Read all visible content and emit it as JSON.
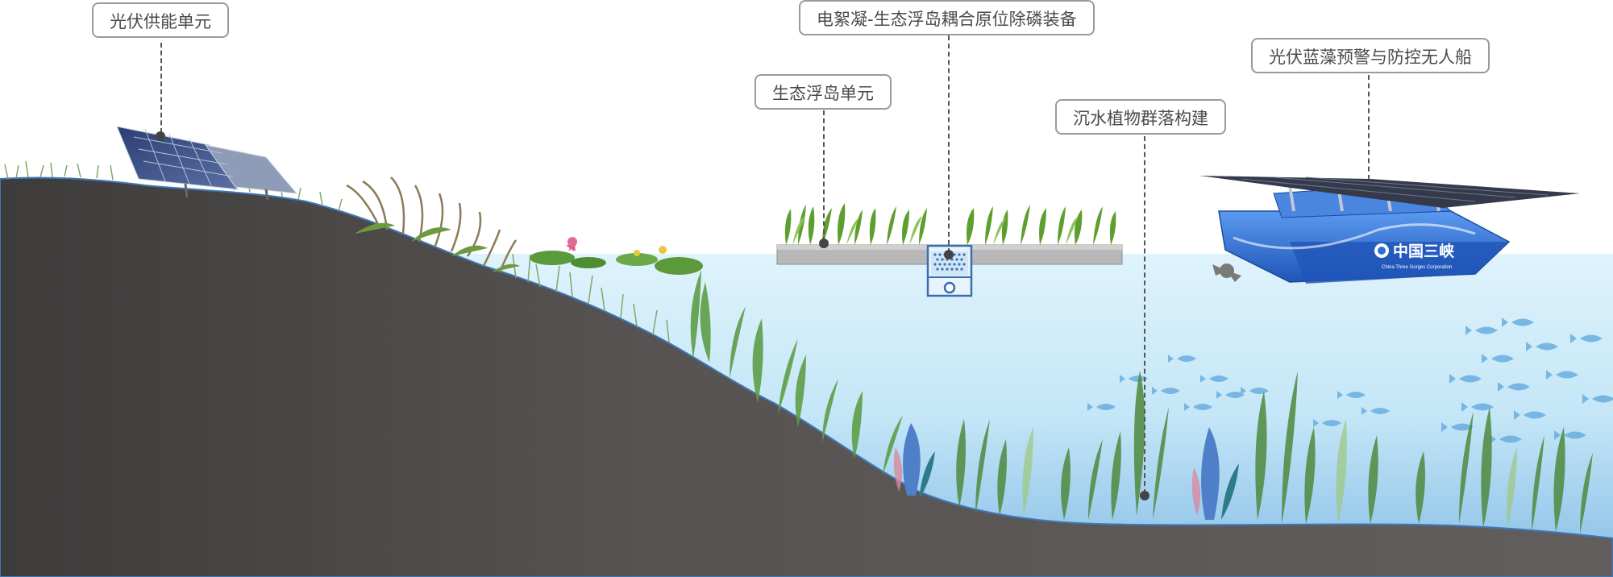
{
  "labels": {
    "pv_power_unit": "光伏供能单元",
    "electroflocculation_equipment": "电絮凝-生态浮岛耦合原位除磷装备",
    "eco_floating_island_unit": "生态浮岛单元",
    "submerged_plant_community": "沉水植物群落构建",
    "pv_algae_drone_boat": "光伏蓝藻预警与防控无人船"
  },
  "boat": {
    "brand_text": "中国三峡",
    "brand_subtext": "China Three Gorges Corporation"
  },
  "colors": {
    "ground": "#5a5656",
    "water_top": "#d8f0fb",
    "water_bottom": "#8fc4e8",
    "plant_green": "#5e9e48",
    "boat_blue": "#2f6fd0",
    "fish_blue": "#6aaee0"
  }
}
